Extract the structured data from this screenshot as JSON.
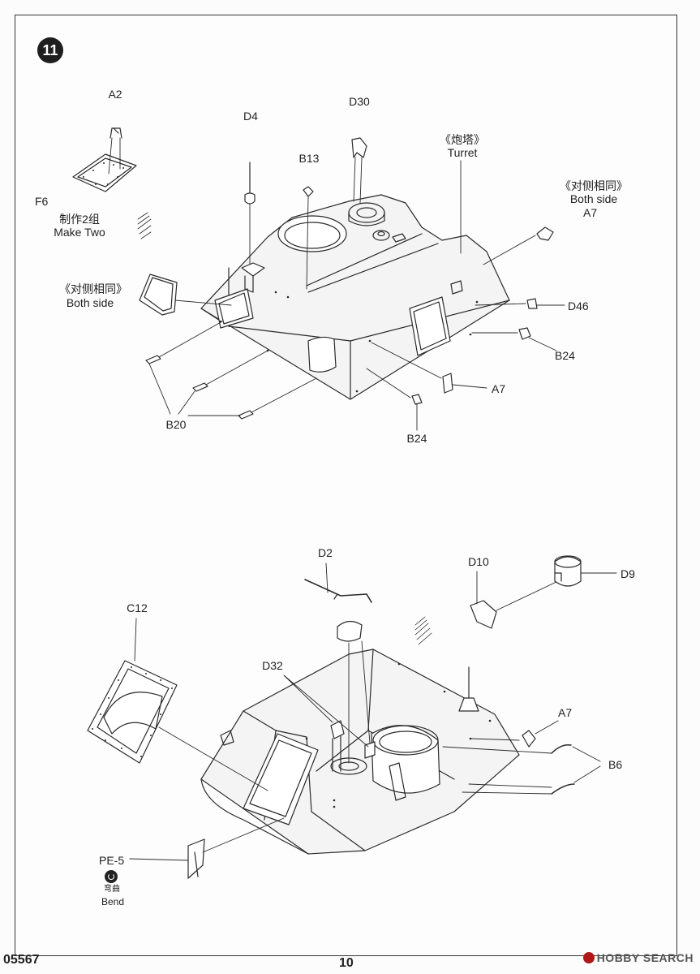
{
  "step": "11",
  "catalog_number": "05567",
  "page_number": "10",
  "watermark": "HOBBY SEARCH",
  "labels": {
    "A2": "A2",
    "F6": "F6",
    "make_two_cn": "制作2组",
    "make_two_en": "Make Two",
    "D4": "D4",
    "B13": "B13",
    "D30": "D30",
    "turret_cn": "《炮塔》",
    "turret_en": "Turret",
    "both_side_cn": "《对侧相同》",
    "both_side_en": "Both side",
    "A7": "A7",
    "D46": "D46",
    "B24": "B24",
    "B20": "B20",
    "D2": "D2",
    "D10": "D10",
    "D9": "D9",
    "C12": "C12",
    "D32": "D32",
    "B6": "B6",
    "PE5": "PE-5",
    "bend_cn": "弯曲",
    "bend_en": "Bend"
  },
  "icons": [
    "step-number-badge",
    "bend-icon",
    "hobby-search-logo-icon"
  ]
}
